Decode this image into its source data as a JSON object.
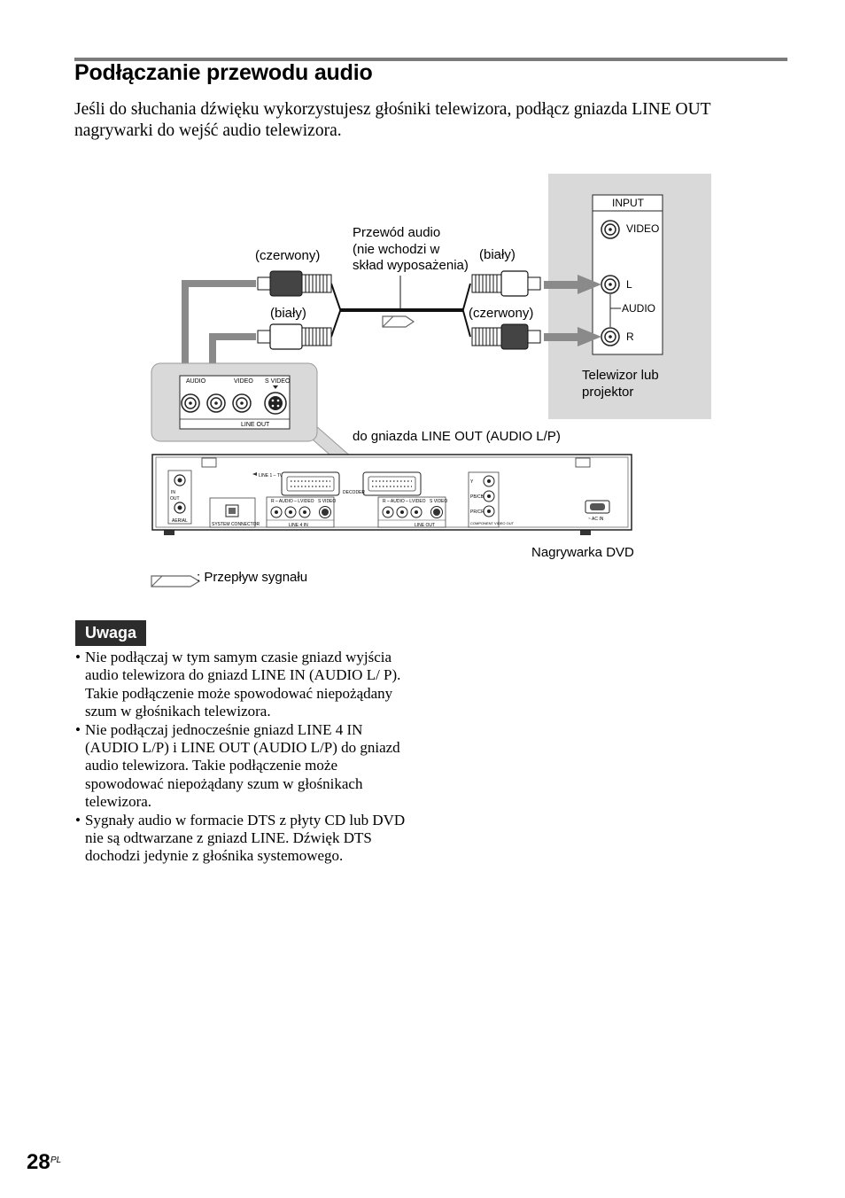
{
  "section": {
    "title": "Podłączanie  przewodu audio",
    "intro": "Jeśli do słuchania dźwięku wykorzystujesz głośniki telewizora, podłącz gniazda LINE OUT nagrywarki do wejść audio telewizora."
  },
  "diagram": {
    "cable_label": [
      "Przewód audio",
      "(nie wchodzi w",
      "skład wyposażenia)"
    ],
    "left_red": "(czerwony)",
    "left_white": "(biały)",
    "right_white": "(biały)",
    "right_red": "(czerwony)",
    "tv_panel": {
      "header": "INPUT",
      "video": "VIDEO",
      "l": "L",
      "audio": "AUDIO",
      "r": "R"
    },
    "tv_label": [
      "Telewizor lub",
      "projektor"
    ],
    "inset": {
      "audio": "AUDIO",
      "video": "VIDEO",
      "svideo": "S VIDEO",
      "line_out": "LINE OUT"
    },
    "to_jack": "do gniazda LINE OUT (AUDIO L/P)",
    "recorder_label": "Nagrywarka DVD",
    "signal_flow": ": Przepływ sygnału",
    "recorder_panel": {
      "aerial": "AERIAL",
      "in": "IN",
      "out": "OUT",
      "system_connector": "SYSTEM CONNECTOR",
      "line4_in": "LINE 4 IN",
      "line_out": "LINE OUT",
      "line1_tv": "LINE 1 – TV",
      "decoder": "DECODER",
      "r_audio_l": "R – AUDIO – L",
      "video": "VIDEO",
      "svideo": "S VIDEO",
      "component": "COMPONENT VIDEO OUT",
      "y": "Y",
      "pb": "PB/CB",
      "pr": "PR/CR",
      "ac_in": "~ AC IN"
    }
  },
  "note": {
    "heading": "Uwaga",
    "items": [
      "Nie podłączaj w tym samym czasie gniazd wyjścia audio telewizora do gniazd LINE IN (AUDIO L/ P). Takie podłączenie może spowodować niepożądany szum w głośnikach telewizora.",
      "Nie podłączaj jednocześnie gniazd LINE 4 IN (AUDIO L/P) i LINE OUT (AUDIO L/P) do gniazd audio telewizora. Takie podłączenie może spowodować niepożądany szum w głośnikach telewizora.",
      "Sygnały audio w formacie DTS z płyty CD lub DVD nie są odtwarzane z gniazd LINE. Dźwięk DTS dochodzi jedynie z głośnika systemowego."
    ]
  },
  "page": {
    "number": "28",
    "lang": "PL"
  }
}
